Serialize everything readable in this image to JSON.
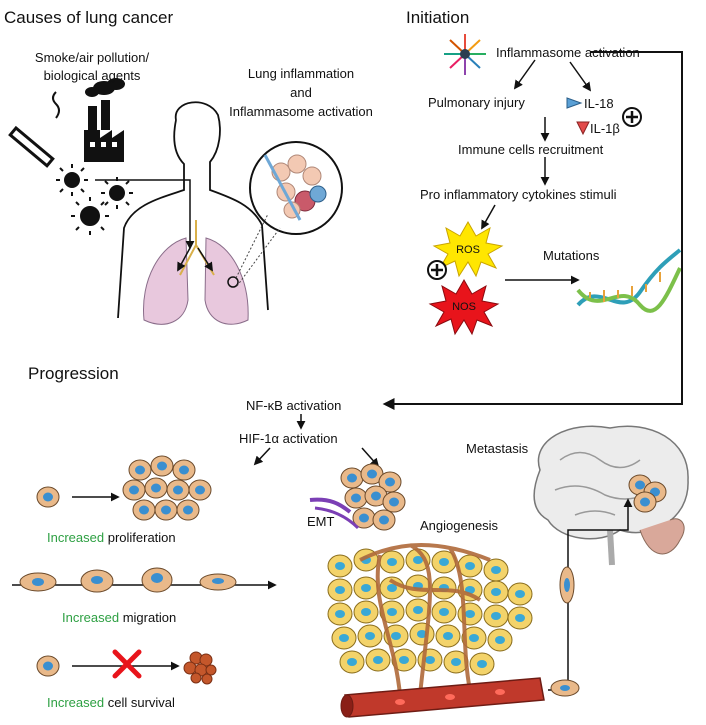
{
  "sections": {
    "causes": "Causes of lung cancer",
    "initiation": "Initiation",
    "progression": "Progression"
  },
  "causes": {
    "agents_line1": "Smoke/air pollution/",
    "agents_line2": "biological agents",
    "inflammation_line1": "Lung inflammation",
    "inflammation_line2": "and",
    "inflammation_line3": "Inflammasome activation"
  },
  "initiation": {
    "inflammasome": "Inflammasome activation",
    "pulmonary": "Pulmonary injury",
    "il18": "IL-18",
    "il1b": "IL-1β",
    "immune": "Immune cells recruitment",
    "cytokines": "Pro inflammatory cytokines stimuli",
    "ros": "ROS",
    "nos": "NOS",
    "mutations": "Mutations"
  },
  "progression": {
    "nfkb": "NF-κB activation",
    "hif": "HIF-1α activation",
    "metastasis": "Metastasis",
    "emt": "EMT",
    "angiogenesis": "Angiogenesis",
    "increased": "Increased",
    "proliferation": "proliferation",
    "migration": "migration",
    "survival": "cell survival"
  },
  "colors": {
    "green": "#2ea043",
    "ros": "#ffe600",
    "nos": "#e8141b",
    "cell": "#e9b98a",
    "nucleus": "#3a8fd0",
    "vessel": "#c0392b"
  }
}
